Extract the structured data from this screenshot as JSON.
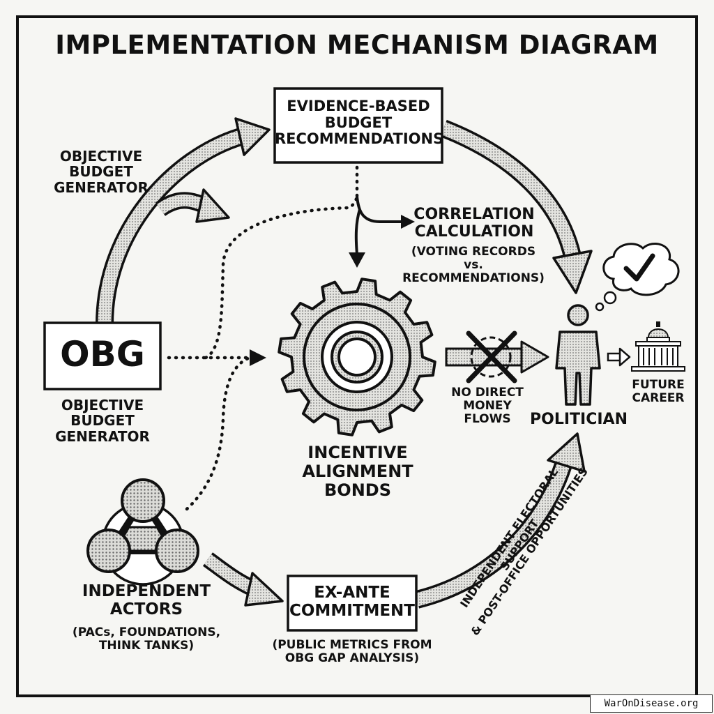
{
  "title": "IMPLEMENTATION MECHANISM DIAGRAM",
  "nodes": {
    "evidence": {
      "lines": [
        "EVIDENCE-BASED",
        "BUDGET",
        "RECOMMENDATIONS"
      ]
    },
    "obg": {
      "abbrev": "OBG",
      "caption_lines": [
        "OBJECTIVE",
        "BUDGET",
        "GENERATOR"
      ]
    },
    "incentive": {
      "lines": [
        "INCENTIVE",
        "ALIGNMENT",
        "BONDS"
      ]
    },
    "politician": {
      "label": "POLITICIAN"
    },
    "future_career": {
      "lines": [
        "FUTURE",
        "CAREER"
      ]
    },
    "independent_actors": {
      "lines": [
        "INDEPENDENT",
        "ACTORS"
      ],
      "sub_lines": [
        "(PACs, FOUNDATIONS,",
        "THINK TANKS)"
      ]
    },
    "exante": {
      "lines": [
        "EX-ANTE",
        "COMMITMENT"
      ],
      "sub_lines": [
        "(PUBLIC METRICS FROM",
        "OBG GAP ANALYSIS)"
      ]
    }
  },
  "edge_labels": {
    "obg_to_evidence": [
      "OBJECTIVE",
      "BUDGET",
      "GENERATOR"
    ],
    "correlation": [
      "CORRELATION",
      "CALCULATION"
    ],
    "correlation_sub": [
      "(VOTING RECORDS",
      "vs. RECOMMENDATIONS)"
    ],
    "no_money": [
      "NO DIRECT",
      "MONEY FLOWS"
    ],
    "electoral": [
      "INDEPENDENT ELECTORAL SUPPORT",
      "& POST-OFFICE OPPORTUNITIES"
    ]
  },
  "watermark": "WarOnDisease.org",
  "colors": {
    "ink": "#111111",
    "paper": "#f6f6f3",
    "fill_light": "#d9d9d6",
    "fill_mid": "#c4c4c0"
  }
}
